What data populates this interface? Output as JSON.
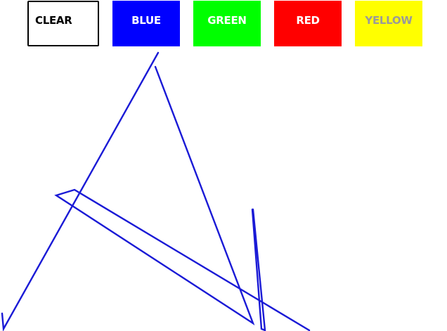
{
  "toolbar": {
    "clear": {
      "label": "CLEAR"
    },
    "blue": {
      "label": "BLUE",
      "color": "#0000ff",
      "text_color": "#ffffff"
    },
    "green": {
      "label": "GREEN",
      "color": "#00ff00",
      "text_color": "#ffffff"
    },
    "red": {
      "label": "RED",
      "color": "#ff0000",
      "text_color": "#ffffff"
    },
    "yellow": {
      "label": "YELLOW",
      "color": "#ffff00",
      "text_color": "#9a9a9a"
    }
  },
  "canvas": {
    "background": "#ffffff",
    "stroke_color": "#1a1ad6"
  }
}
